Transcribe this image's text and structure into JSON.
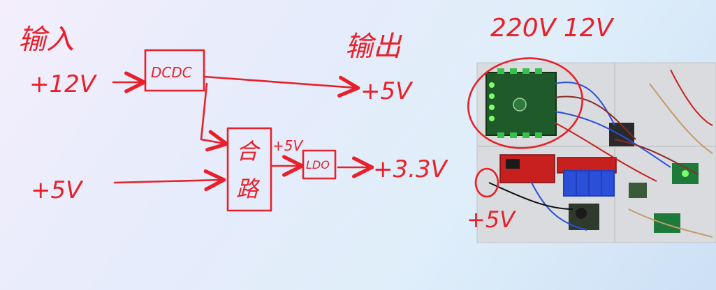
{
  "labels": {
    "input_title": "输入",
    "output_title": "输出",
    "input_12v": "+12V",
    "input_5v": "+5V",
    "dcdc_box": "DCDC",
    "combiner_top": "合",
    "combiner_bottom": "路",
    "mid_5v": "+5V",
    "ldo_box": "LDO",
    "output_5v": "+5V",
    "output_3v3": "+3.3V",
    "photo_supply": "220V 12V",
    "photo_jack": "+5V"
  },
  "colors": {
    "ink": "#e8202a",
    "board_green": "#1f5a2a",
    "relay_blue": "#2b4fd8",
    "module_red": "#c8201e"
  }
}
